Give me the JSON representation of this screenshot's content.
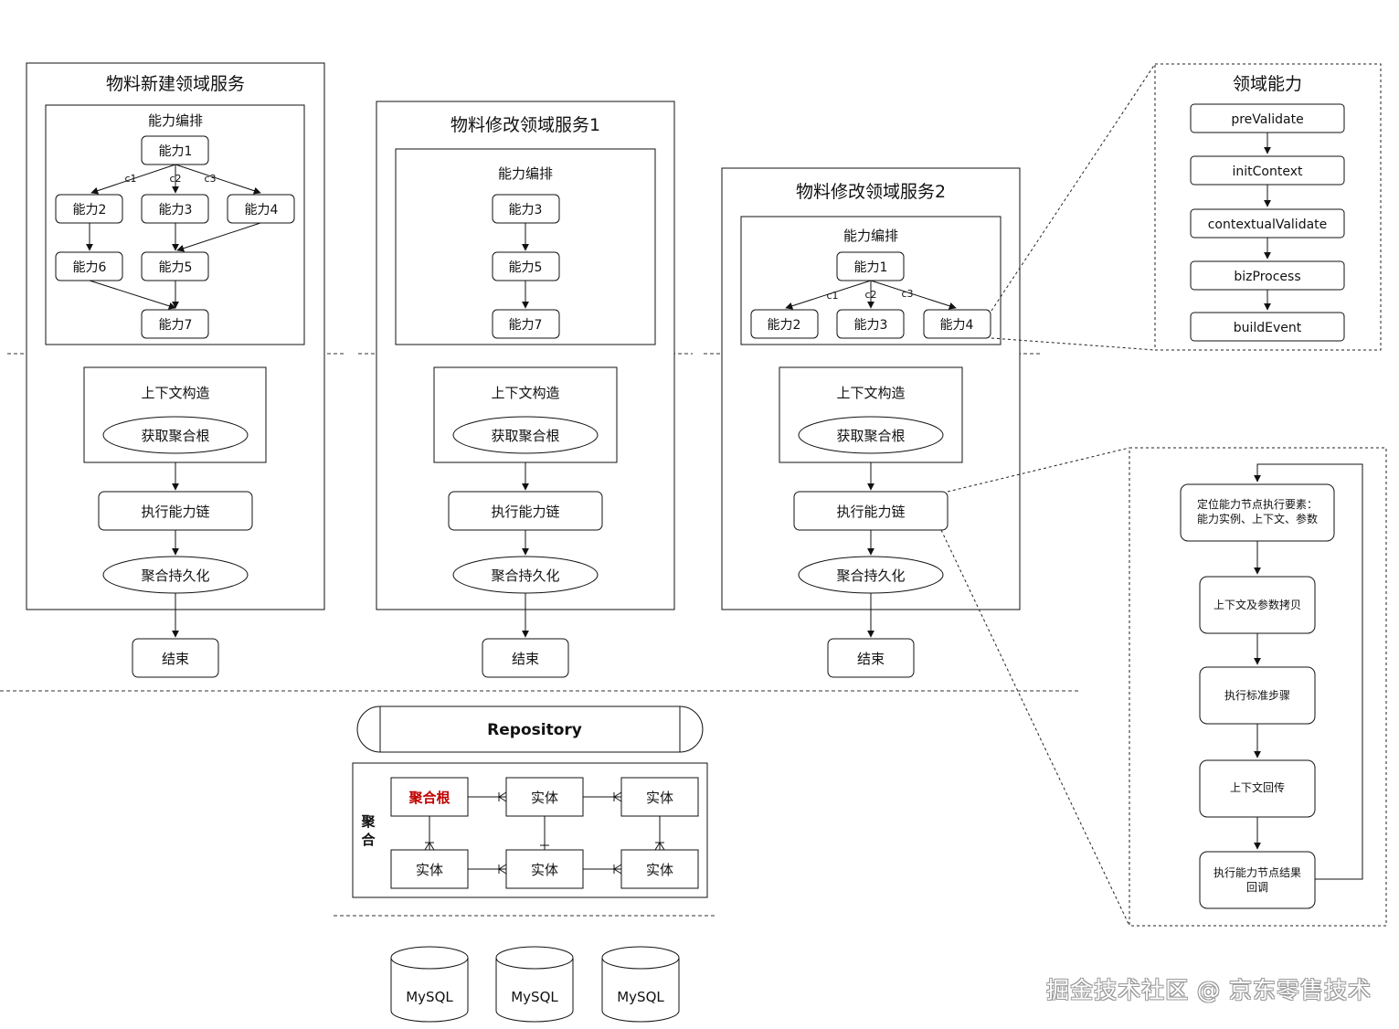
{
  "services": [
    {
      "title": "物料新建领域服务",
      "orchestration_title": "能力编排",
      "nodes": [
        "能力1",
        "能力2",
        "能力3",
        "能力4",
        "能力6",
        "能力5",
        "能力7"
      ],
      "edge_labels": [
        "c1",
        "c2",
        "c3"
      ],
      "context_title": "上下文构造",
      "get_root": "获取聚合根",
      "exec_chain": "执行能力链",
      "persist": "聚合持久化",
      "end": "结束"
    },
    {
      "title": "物料修改领域服务1",
      "orchestration_title": "能力编排",
      "nodes": [
        "能力3",
        "能力5",
        "能力7"
      ],
      "context_title": "上下文构造",
      "get_root": "获取聚合根",
      "exec_chain": "执行能力链",
      "persist": "聚合持久化",
      "end": "结束"
    },
    {
      "title": "物料修改领域服务2",
      "orchestration_title": "能力编排",
      "nodes": [
        "能力1",
        "能力2",
        "能力3",
        "能力4"
      ],
      "edge_labels": [
        "c1",
        "c2",
        "c3"
      ],
      "context_title": "上下文构造",
      "get_root": "获取聚合根",
      "exec_chain": "执行能力链",
      "persist": "聚合持久化",
      "end": "结束"
    }
  ],
  "domain_capability": {
    "title": "领域能力",
    "steps": [
      "preValidate",
      "initContext",
      "contextualValidate",
      "bizProcess",
      "buildEvent"
    ]
  },
  "chain_detail": {
    "steps": [
      [
        "定位能力节点执行要素：",
        "能力实例、上下文、参数"
      ],
      [
        "上下文及参数拷贝"
      ],
      [
        "执行标准步骤"
      ],
      [
        "上下文回传"
      ],
      [
        "执行能力节点结果",
        "回调"
      ]
    ]
  },
  "repository": {
    "label": "Repository",
    "aggregate_label": [
      "聚",
      "合"
    ],
    "root": "聚合根",
    "entity": "实体"
  },
  "databases": [
    "MySQL",
    "MySQL",
    "MySQL"
  ],
  "watermark": "掘金技术社区 @ 京东零售技术",
  "colors": {
    "root_text": "#c00000",
    "line": "#111111",
    "box_fill": "#ffffff"
  }
}
